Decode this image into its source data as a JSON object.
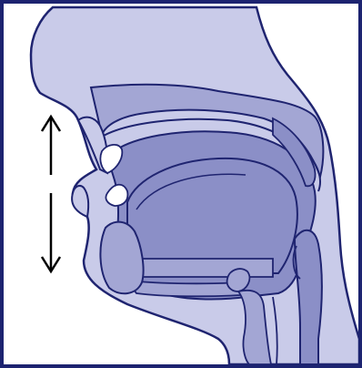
{
  "diagram": {
    "subject": "sagittal-section-head-mouth-open",
    "arrows": [
      "up-arrow",
      "down-arrow"
    ],
    "colors": {
      "frame": "#1c2370",
      "outline": "#1f2470",
      "skin": "#c9cbe9",
      "tissue_mid": "#a3a6d4",
      "tissue_dark": "#8b8fc7",
      "tooth": "#ffffff",
      "background": "#ffffff",
      "arrow": "#000000"
    }
  }
}
